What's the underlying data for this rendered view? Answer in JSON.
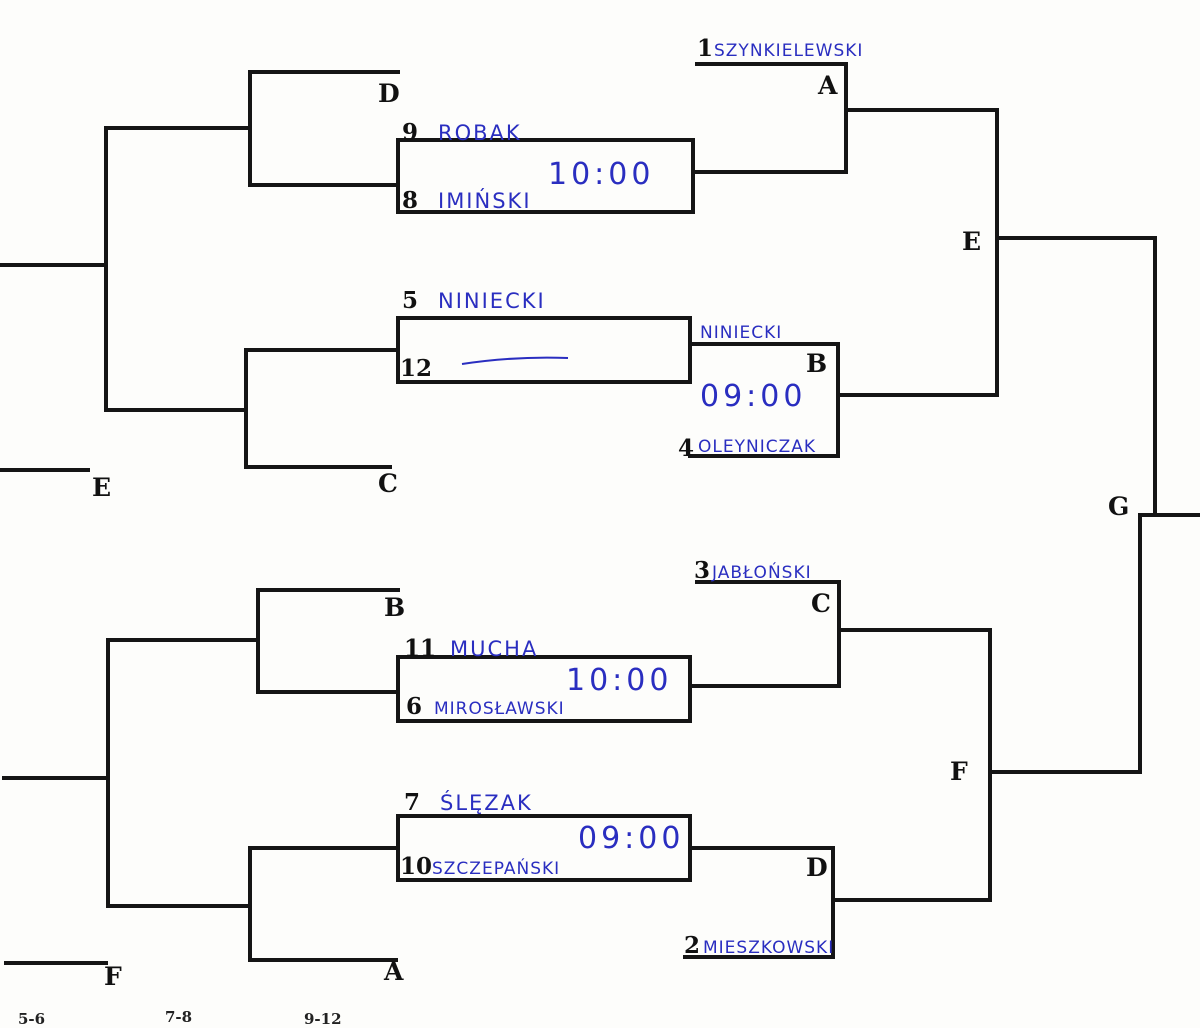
{
  "matches": {
    "upper_qf1": {
      "seed_top": "9",
      "name_top": "ROBAK",
      "seed_bottom": "8",
      "name_bottom": "IMIŃSKI",
      "time": "10:00"
    },
    "upper_qf2": {
      "seed_top": "5",
      "name_top": "NINIECKI",
      "seed_bottom": "12",
      "time": ""
    },
    "lower_qf1": {
      "seed_top": "11",
      "name_top": "MUCHA",
      "seed_bottom": "6",
      "name_bottom": "MIROSŁAWSKI",
      "time": "10:00"
    },
    "lower_qf2": {
      "seed_top": "7",
      "name_top": "ŚLĘZAK",
      "seed_bottom": "10",
      "name_bottom": "SZCZEPAŃSKI",
      "time": "09:00"
    }
  },
  "semis": {
    "A": {
      "seed": "1",
      "name": "SZYNKIELEWSKI",
      "label": "A"
    },
    "B": {
      "winner_name": "NINIECKI",
      "seed": "4",
      "name": "OLEYNICZAK",
      "label": "B",
      "time": "09:00"
    },
    "C": {
      "seed": "3",
      "name": "JABŁOŃSKI",
      "label": "C"
    },
    "D": {
      "seed": "2",
      "name": "MIESZKOWSKI",
      "label": "D"
    }
  },
  "finals": {
    "E": "E",
    "F": "F",
    "G": "G"
  },
  "consolation": {
    "upper_loser_D": "D",
    "upper_loser_C": "C",
    "lower_loser_B": "B",
    "lower_loser_A": "A",
    "left_E": "E",
    "left_F": "F"
  },
  "footer": {
    "col1": "5-6",
    "col2": "7-8",
    "col3": "9-12"
  }
}
